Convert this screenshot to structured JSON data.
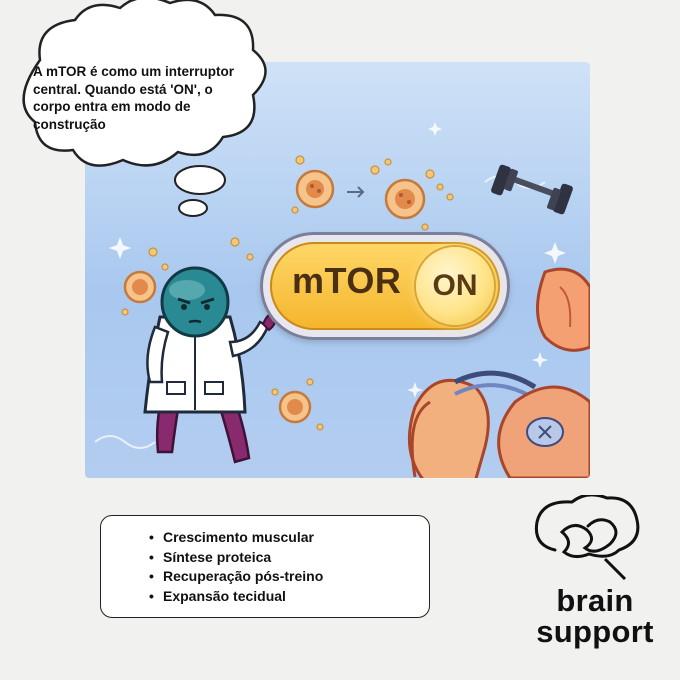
{
  "thought_bubble": {
    "text": "A mTOR é como um interruptor central. Quando está 'ON', o corpo entra em modo de construção"
  },
  "switch": {
    "label": "mTOR",
    "state": "ON"
  },
  "benefits": {
    "items": [
      "Crescimento muscular",
      "Síntese proteica",
      "Recuperação pós-treino",
      "Expansão tecidual"
    ]
  },
  "brand": {
    "name_line1": "brain",
    "name_line2": "support"
  },
  "colors": {
    "background": "#f1f1f0",
    "scene_blue": "#a9c8ef",
    "switch_yellow": "#f4b52c",
    "character_teal": "#2a8a93",
    "character_purple": "#8a2a6e"
  },
  "icons": [
    "cell-icon",
    "arrow-right-icon",
    "dumbbell-icon",
    "muscle-icon",
    "sparkle-icon",
    "brain-logo-icon"
  ]
}
